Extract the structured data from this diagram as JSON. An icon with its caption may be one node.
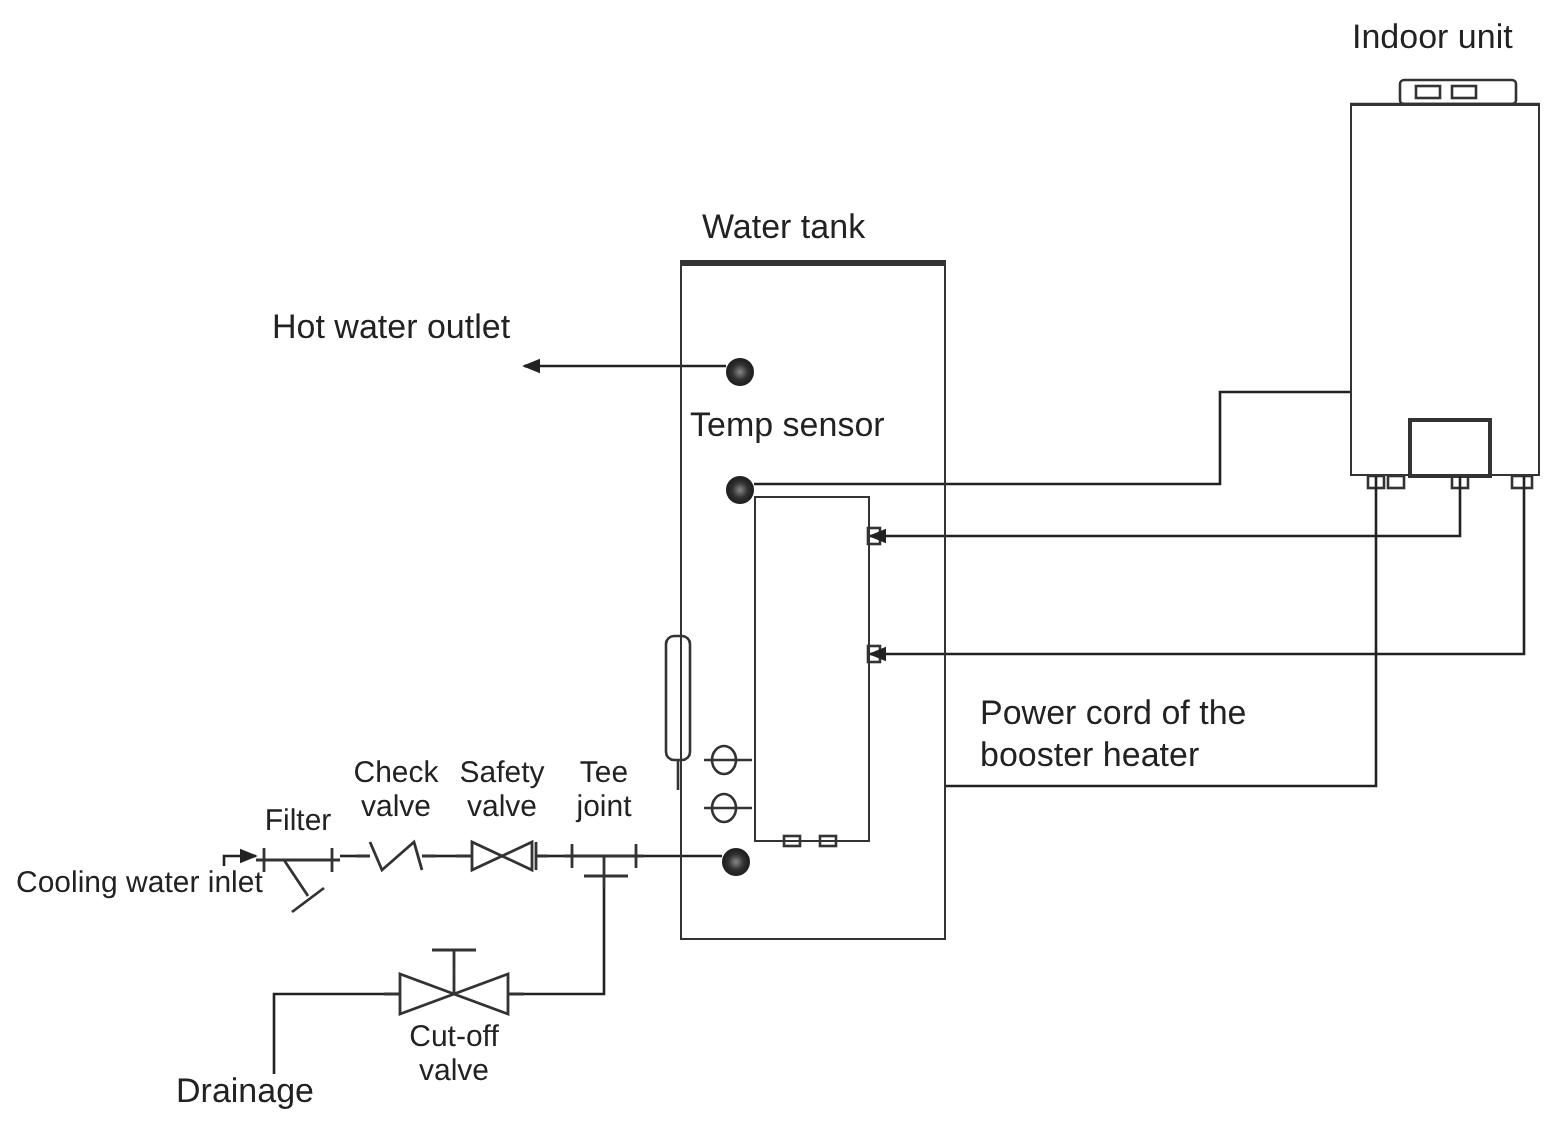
{
  "diagram": {
    "nodes": [
      {
        "text": [
          "Water tank"
        ]
      },
      {
        "text": [
          "Indoor unit"
        ]
      },
      {
        "text": [],
        "shape": "circle",
        "in": 0
      },
      {
        "text": [],
        "shape": "circle",
        "in": 0,
        "beside": [
          "Temp sensor"
        ]
      },
      {
        "text": [],
        "shape": "box",
        "in": 0
      },
      {
        "text": [],
        "shape": "circle",
        "in": 0
      },
      {
        "text": [
          "Filter"
        ]
      },
      {
        "text": [
          "Check valve"
        ]
      },
      {
        "text": [
          "Safety valve"
        ]
      },
      {
        "text": [
          "Tee joint"
        ]
      },
      {
        "text": [
          "Cut-off valve"
        ]
      },
      {
        "text": [
          "Drainage"
        ]
      },
      {
        "text": [
          "Hot water outlet"
        ]
      },
      {
        "text": [
          "Cooling water inlet"
        ]
      }
    ],
    "edges": [
      {
        "from": 2,
        "to": 12,
        "arrow": "to"
      },
      {
        "from": 3,
        "to": 1,
        "arrow": "none"
      },
      {
        "from": 1,
        "to": 4,
        "arrow": "to"
      },
      {
        "from": 1,
        "to": 4,
        "arrow": "to"
      },
      {
        "from": 0,
        "to": 1,
        "arrow": "none",
        "label": "Power cord of the booster heater"
      },
      {
        "from": 13,
        "to": 6,
        "arrow": "to"
      },
      {
        "from": 6,
        "to": 7,
        "arrow": "none"
      },
      {
        "from": 7,
        "to": 8,
        "arrow": "none"
      },
      {
        "from": 8,
        "to": 9,
        "arrow": "none"
      },
      {
        "from": 9,
        "to": 5,
        "arrow": "none"
      },
      {
        "from": 9,
        "to": 10,
        "arrow": "none"
      },
      {
        "from": 10,
        "to": 11,
        "arrow": "none"
      }
    ]
  }
}
